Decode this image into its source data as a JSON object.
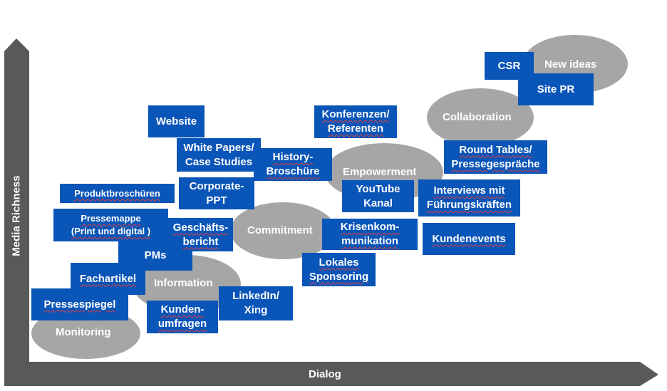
{
  "axes": {
    "y_label": "Media Richness",
    "x_label": "Dialog"
  },
  "stages": {
    "monitoring": "Monitoring",
    "information": "Information",
    "commitment": "Commitment",
    "empowerment": "Empowerment",
    "collaboration": "Collaboration",
    "new_ideas": "New ideas"
  },
  "items": {
    "pressespiegel": "Pressespiegel",
    "fachartikel": "Fachartikel",
    "pms": "PMs",
    "pressemappe": "Pressemappe\n(Print und digital )",
    "produktbroschueren": "Produktbroschüren",
    "kundenumfragen": "Kunden-\numfragen",
    "linkedin": "LinkedIn/\nXing",
    "geschaeftsbericht": "Geschäfts-\nbericht",
    "corporate_ppt": "Corporate-\nPPT",
    "website": "Website",
    "white_papers": "White Papers/\nCase Studies",
    "history": "History-\nBroschüre",
    "lokales_sponsoring": "Lokales\nSponsoring",
    "krisenkommunikation": "Krisenkom-\nmunikation",
    "youtube": "YouTube\nKanal",
    "konferenzen": "Konferenzen/\nReferenten",
    "interviews": "Interviews mit\nFührungskräften",
    "kundenevents": "Kundenevents",
    "round_tables": "Round Tables/\nPressegespräche",
    "csr": "CSR",
    "site_pr": "Site PR"
  },
  "colors": {
    "box": "#0a55b8",
    "ellipse": "#a6a6a6",
    "axis": "#595959"
  }
}
